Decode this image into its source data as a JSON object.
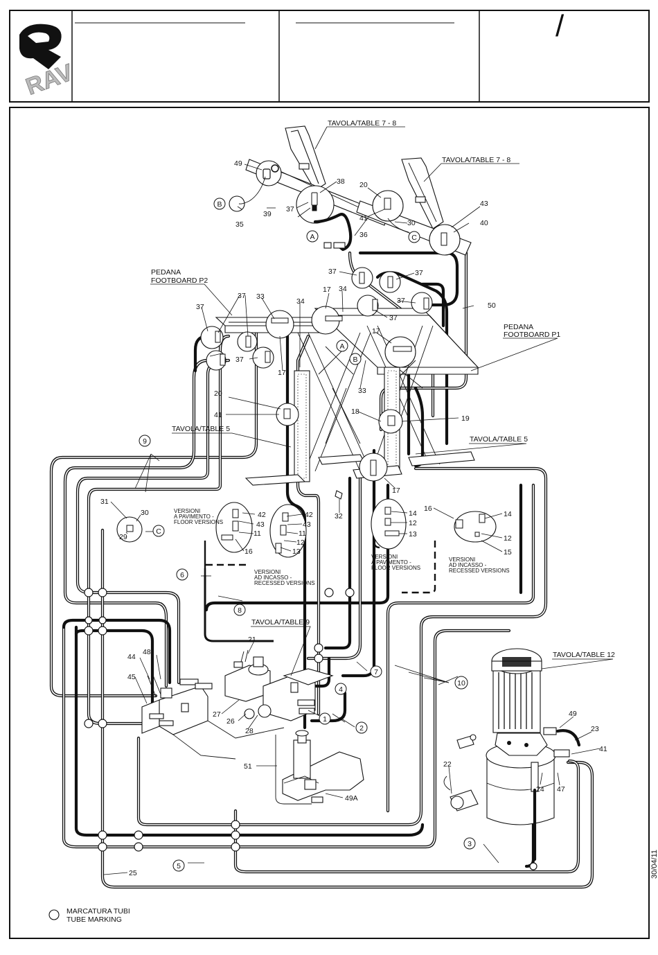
{
  "logo": {
    "text": "RAV"
  },
  "title_block": {
    "slash": "/"
  },
  "tables": {
    "t78": "TAVOLA/TABLE 7 - 8",
    "t5": "TAVOLA/TABLE 5",
    "t9": "TAVOLA/TABLE 9",
    "t12": "TAVOLA/TABLE 12"
  },
  "footboards": {
    "p2_line1": "PEDANA",
    "p2_line2": "FOOTBOARD P2",
    "p1_line1": "PEDANA",
    "p1_line2": "FOOTBOARD P1"
  },
  "versions": {
    "floor_1": "VERSIONI",
    "floor_2": "A PAVIMENTO -",
    "floor_3": "FLOOR VERSIONS",
    "rec_1": "VERSIONI",
    "rec_2": "AD INCASSO -",
    "rec_3": "RECESSED VERSIONS"
  },
  "legend": {
    "line1": "MARCATURA TUBI",
    "line2": "TUBE MARKING"
  },
  "date": "30/04/11",
  "tube_markers": [
    "1",
    "2",
    "3",
    "4",
    "5",
    "6",
    "7",
    "8",
    "9",
    "10",
    "A",
    "B",
    "C"
  ],
  "part_numbers": [
    "11",
    "12",
    "13",
    "14",
    "15",
    "16",
    "17",
    "18",
    "19",
    "20",
    "21",
    "22",
    "23",
    "24",
    "25",
    "26",
    "27",
    "28",
    "29",
    "30",
    "31",
    "32",
    "33",
    "34",
    "35",
    "36",
    "37",
    "38",
    "39",
    "40",
    "41",
    "42",
    "43",
    "44",
    "45",
    "47",
    "48",
    "49",
    "49A",
    "50",
    "51"
  ]
}
